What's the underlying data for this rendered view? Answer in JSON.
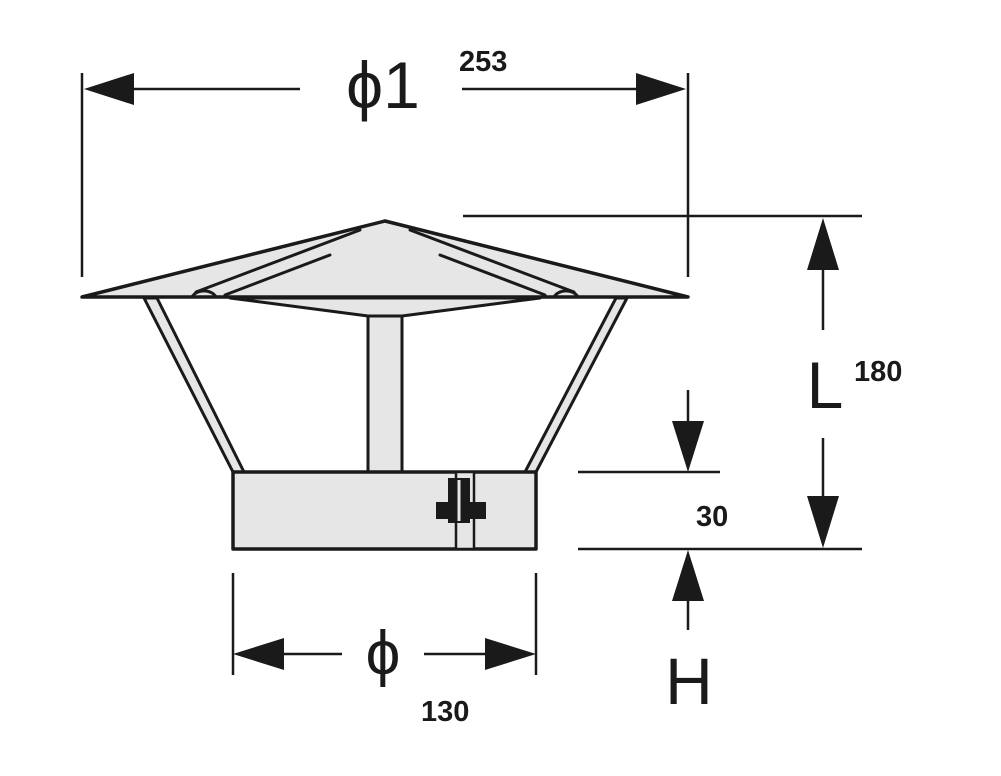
{
  "dimensions": {
    "top_diameter": {
      "symbol": "ϕ1",
      "value": "253"
    },
    "height": {
      "symbol": "L",
      "value": "180"
    },
    "base_height": {
      "symbol": "H",
      "value": "30"
    },
    "base_diameter": {
      "symbol": "ϕ",
      "value": "130"
    }
  },
  "colors": {
    "line": "#1a1a1a",
    "fill": "#e6e6e6",
    "background": "#ffffff"
  }
}
